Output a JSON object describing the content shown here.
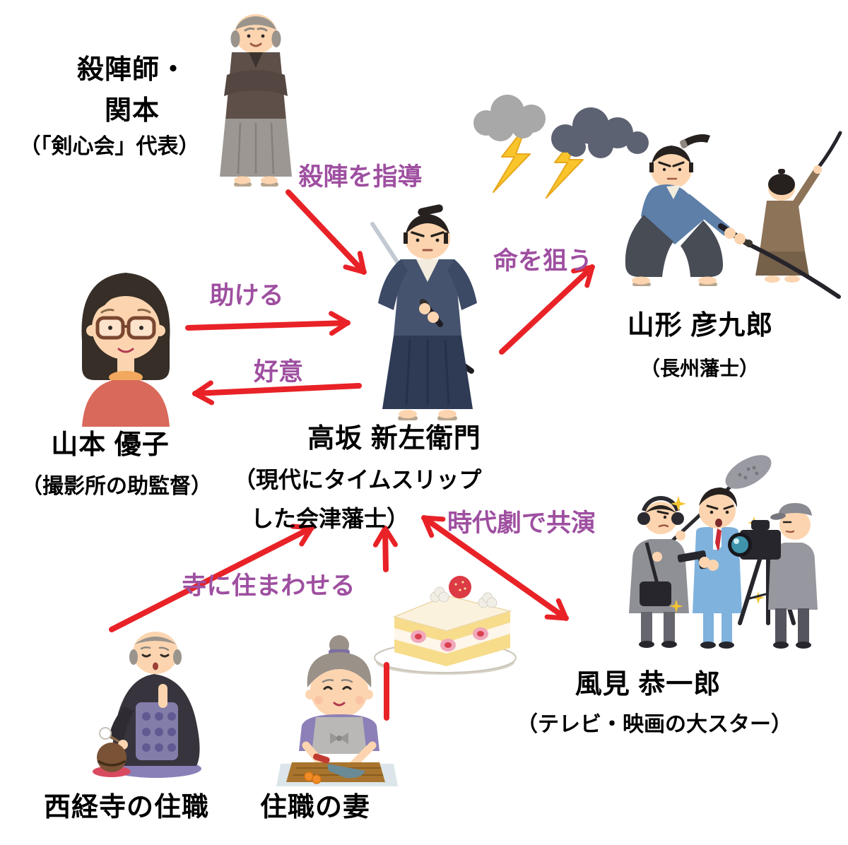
{
  "diagram_type": "character-relationship-chart",
  "colors": {
    "relation_label": "#9e4fa0",
    "arrow": "#e82227",
    "name_text": "#000000",
    "background": "#ffffff"
  },
  "characters": {
    "sekimoto": {
      "name_line1": "殺陣師・",
      "name_line2": "関本",
      "descriptor": "（「剣心会」代表）",
      "illustration": "elderly-sword-choreographer-standing"
    },
    "kosaka": {
      "name": "高坂 新左衛門",
      "descriptor_line1": "（現代にタイムスリップ",
      "descriptor_line2": "した会津藩士）",
      "illustration": "samurai-with-katana"
    },
    "yamagata": {
      "name": "山形 彦九郎",
      "descriptor": "（長州藩士）",
      "illustration": "samurai-duel-scene"
    },
    "yamamoto": {
      "name": "山本 優子",
      "descriptor": "（撮影所の助監督）",
      "illustration": "woman-with-glasses"
    },
    "kazami": {
      "name": "風見 恭一郎",
      "descriptor": "（テレビ・映画の大スター）",
      "illustration": "film-set-actor-with-crew"
    },
    "priest": {
      "name": "西経寺の住職",
      "illustration": "buddhist-monk-praying"
    },
    "priest_wife": {
      "name": "住職の妻",
      "illustration": "elderly-woman-cooking"
    }
  },
  "relations": {
    "teach": {
      "label": "殺陣を指導",
      "from": "sekimoto",
      "to": "kosaka"
    },
    "help": {
      "label": "助ける",
      "from": "yamamoto",
      "to": "kosaka"
    },
    "affection": {
      "label": "好意",
      "from": "kosaka",
      "to": "yamamoto"
    },
    "target": {
      "label": "命を狙う",
      "from": "kosaka",
      "to": "yamagata"
    },
    "costar": {
      "label": "時代劇で共演",
      "from": "kosaka",
      "to": "kazami",
      "bidirectional": true
    },
    "lodge": {
      "label": "寺に住まわせる",
      "from": "priest",
      "to": "kosaka"
    },
    "feed": {
      "label": "",
      "from": "priest_wife",
      "to": "kosaka",
      "via": "strawberry-shortcake"
    }
  },
  "decorations": [
    {
      "icon": "storm-clouds-lightning-icon"
    },
    {
      "icon": "strawberry-shortcake-icon"
    },
    {
      "icon": "sparkles-icon"
    }
  ]
}
